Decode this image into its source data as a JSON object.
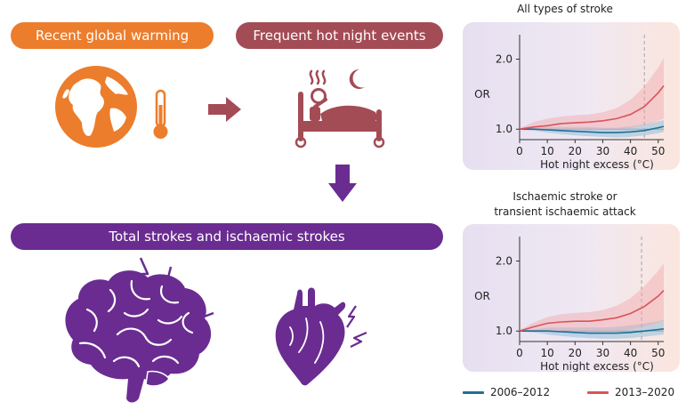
{
  "labels": {
    "warming": "Recent global warming",
    "hot_nights": "Frequent hot night events",
    "strokes": "Total strokes and ischaemic strokes"
  },
  "colors": {
    "orange": "#ec7d2c",
    "maroon": "#a34c56",
    "purple": "#6a2c91",
    "series_2006": "#1f6f96",
    "series_2013": "#d9545a"
  },
  "icons": [
    "globe-icon",
    "thermometer-icon",
    "arrow-right-icon",
    "sleeper-in-bed-icon",
    "moon-icon",
    "heat-wave-icon",
    "arrow-down-icon",
    "brain-icon",
    "heart-icon",
    "lightning-icon"
  ],
  "chart_data": [
    {
      "type": "line",
      "title": "All types of stroke",
      "xlabel": "Hot night excess (°C)",
      "ylabel": "OR",
      "xlim": [
        0,
        52
      ],
      "ylim": [
        0.85,
        2.35
      ],
      "xticks": [
        0,
        10,
        20,
        30,
        40,
        50
      ],
      "yticks": [
        1.0,
        2.0
      ],
      "reference_x": 45,
      "x": [
        0,
        5,
        10,
        15,
        20,
        25,
        30,
        35,
        40,
        45,
        50,
        52
      ],
      "series": [
        {
          "name": "2006–2012",
          "color": "#1f6f96",
          "values": [
            1.0,
            1.0,
            0.99,
            0.98,
            0.97,
            0.96,
            0.95,
            0.95,
            0.96,
            0.98,
            1.02,
            1.04
          ],
          "lower": [
            0.99,
            0.98,
            0.95,
            0.93,
            0.91,
            0.9,
            0.89,
            0.88,
            0.89,
            0.91,
            0.94,
            0.96
          ],
          "upper": [
            1.01,
            1.02,
            1.03,
            1.03,
            1.03,
            1.03,
            1.02,
            1.02,
            1.04,
            1.07,
            1.11,
            1.13
          ]
        },
        {
          "name": "2013–2020",
          "color": "#d9545a",
          "values": [
            1.0,
            1.03,
            1.05,
            1.08,
            1.09,
            1.1,
            1.12,
            1.15,
            1.21,
            1.32,
            1.52,
            1.62
          ],
          "lower": [
            0.99,
            0.98,
            0.98,
            0.99,
            0.99,
            0.99,
            1.0,
            1.0,
            1.02,
            1.06,
            1.12,
            1.15
          ],
          "upper": [
            1.01,
            1.1,
            1.15,
            1.18,
            1.2,
            1.21,
            1.24,
            1.3,
            1.42,
            1.61,
            1.88,
            2.02
          ]
        }
      ]
    },
    {
      "type": "line",
      "title": "Ischaemic stroke or\ntransient ischaemic attack",
      "xlabel": "Hot night excess (°C)",
      "ylabel": "OR",
      "xlim": [
        0,
        52
      ],
      "ylim": [
        0.85,
        2.35
      ],
      "xticks": [
        0,
        10,
        20,
        30,
        40,
        50
      ],
      "yticks": [
        1.0,
        2.0
      ],
      "reference_x": 44,
      "x": [
        0,
        5,
        10,
        15,
        20,
        25,
        30,
        35,
        40,
        45,
        50,
        52
      ],
      "series": [
        {
          "name": "2006–2012",
          "color": "#1f6f96",
          "values": [
            1.0,
            1.0,
            1.0,
            0.99,
            0.98,
            0.97,
            0.97,
            0.97,
            0.98,
            1.0,
            1.02,
            1.03
          ],
          "lower": [
            0.99,
            0.98,
            0.95,
            0.93,
            0.91,
            0.9,
            0.89,
            0.89,
            0.9,
            0.92,
            0.94,
            0.95
          ],
          "upper": [
            1.01,
            1.02,
            1.05,
            1.05,
            1.05,
            1.05,
            1.05,
            1.06,
            1.08,
            1.11,
            1.14,
            1.16
          ]
        },
        {
          "name": "2013–2020",
          "color": "#d9545a",
          "values": [
            1.0,
            1.06,
            1.11,
            1.13,
            1.14,
            1.14,
            1.16,
            1.19,
            1.25,
            1.35,
            1.5,
            1.58
          ],
          "lower": [
            0.99,
            1.0,
            1.0,
            1.0,
            1.0,
            0.99,
            0.99,
            1.0,
            1.02,
            1.06,
            1.12,
            1.15
          ],
          "upper": [
            1.01,
            1.12,
            1.2,
            1.24,
            1.26,
            1.27,
            1.3,
            1.36,
            1.47,
            1.64,
            1.86,
            1.97
          ]
        }
      ]
    }
  ]
}
